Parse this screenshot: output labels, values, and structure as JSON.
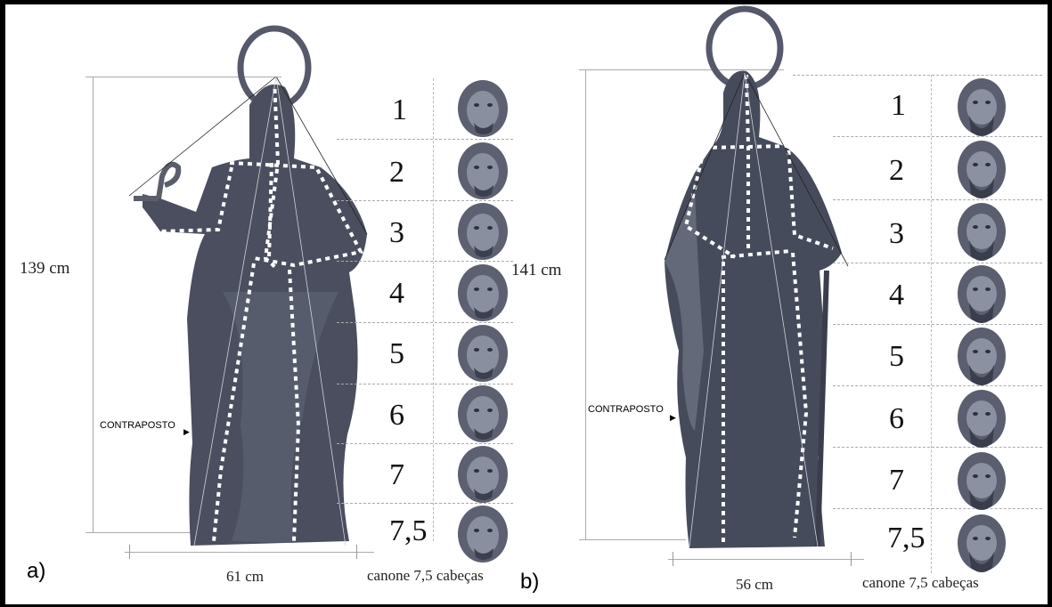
{
  "panels": [
    {
      "letter": "a)",
      "height_label": "139 cm",
      "width_label": "61 cm",
      "canon_label": "canone  7,5 cabeças",
      "contraposto": "CONTRAPOSTO",
      "rows": [
        "1",
        "2",
        "3",
        "4",
        "5",
        "6",
        "7",
        "7,5"
      ]
    },
    {
      "letter": "b)",
      "height_label": "141 cm",
      "width_label": "56 cm",
      "canon_label": "canone  7,5 cabeças",
      "contraposto": "CONTRAPOSTO",
      "rows": [
        "1",
        "2",
        "3",
        "4",
        "5",
        "6",
        "7",
        "7,5"
      ]
    }
  ],
  "colors": {
    "statue": "#4a4e5e",
    "statue_light": "#7a7f90",
    "halo": "#5a5e6a",
    "dotted": "#ffffff"
  }
}
